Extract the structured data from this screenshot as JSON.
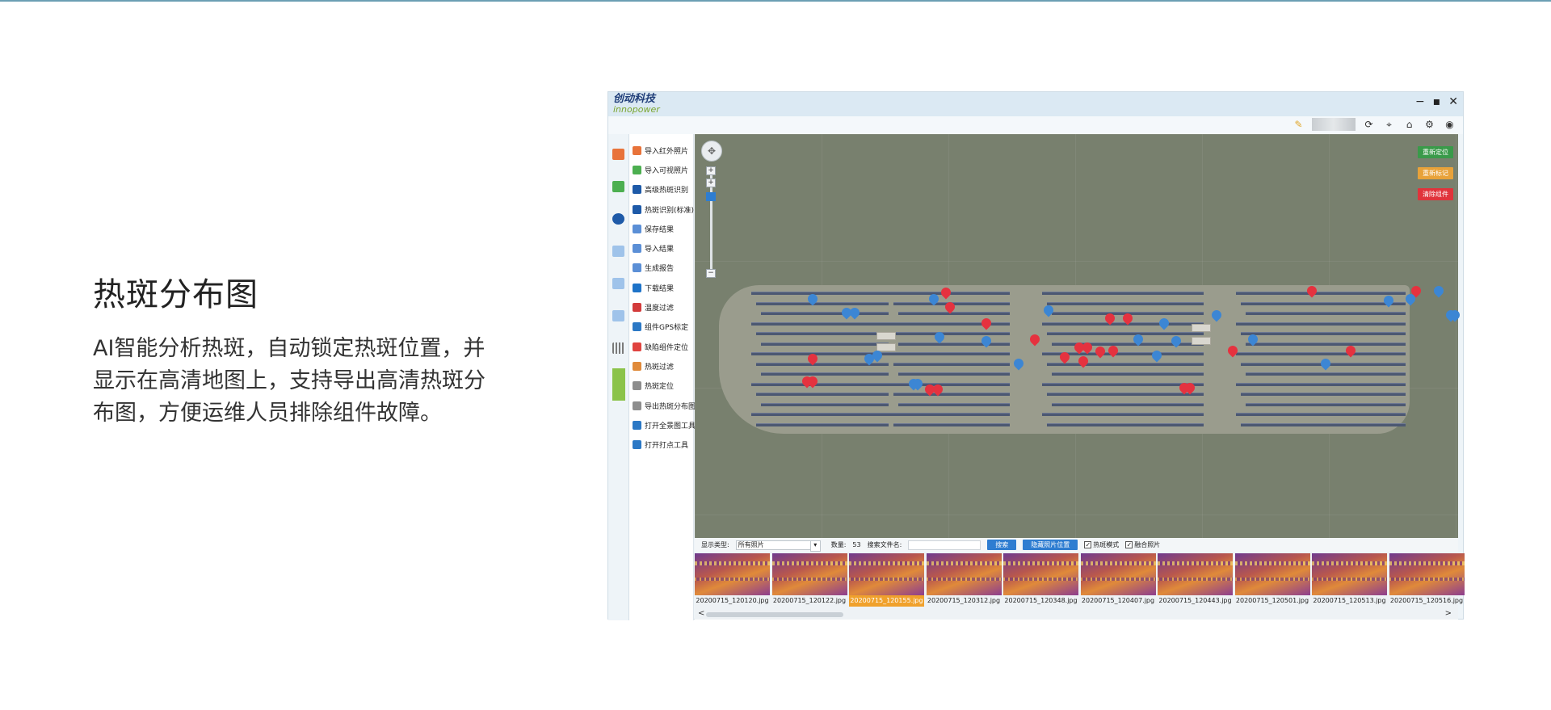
{
  "caption": {
    "title": "热斑分布图",
    "line1": "AI智能分析热斑，自动锁定热斑位置，并",
    "line2": "显示在高清地图上，支持导出高清热斑分",
    "line3": "布图，方便运维人员排除组件故障。"
  },
  "app": {
    "logo_cn": "创动科技",
    "logo_en": "innopower",
    "window_controls": {
      "minimize": "−",
      "maximize": "▪",
      "close": "✕"
    },
    "toolbar_icons": [
      "user-icon",
      "refresh-icon",
      "map-icon",
      "home-icon",
      "settings-icon",
      "account-icon"
    ]
  },
  "menu": {
    "items": [
      {
        "label": "导入红外照片",
        "color": "#e8733a"
      },
      {
        "label": "导入可视照片",
        "color": "#4caf50"
      },
      {
        "label": "高级热斑识别",
        "color": "#1e5aa8"
      },
      {
        "label": "热斑识别(标准)",
        "color": "#1e5aa8"
      },
      {
        "label": "保存结果",
        "color": "#5b8fd6"
      },
      {
        "label": "导入结果",
        "color": "#5b8fd6"
      },
      {
        "label": "生成报告",
        "color": "#5b8fd6"
      },
      {
        "label": "下载结果",
        "color": "#1e73c8"
      },
      {
        "label": "温度过滤",
        "color": "#d33b3b"
      },
      {
        "label": "组件GPS标定",
        "color": "#2b78c5"
      },
      {
        "label": "缺陷组件定位",
        "color": "#e0433f"
      },
      {
        "label": "热斑过滤",
        "color": "#e08a3a"
      },
      {
        "label": "热斑定位",
        "color": "#8d8d8d"
      },
      {
        "label": "导出热斑分布图",
        "color": "#8d8d8d"
      },
      {
        "label": "打开全景图工具",
        "color": "#2b78c5"
      },
      {
        "label": "打开打点工具",
        "color": "#2b78c5"
      }
    ]
  },
  "map": {
    "buttons": {
      "relocate": "重新定位",
      "remark": "重新标记",
      "clear": "清除组件"
    },
    "colors": {
      "red_pin": "#e5323f",
      "blue_pin": "#3c86d4"
    }
  },
  "filter": {
    "type_label": "显示类型:",
    "type_value": "所有照片",
    "count_label": "数量:",
    "count_value": "53",
    "search_label": "搜索文件名:",
    "search_button": "搜索",
    "hide_button": "隐藏照片位置",
    "opt1": "热斑模式",
    "opt2": "融合照片"
  },
  "thumbnails": [
    "20200715_120120.jpg",
    "20200715_120122.jpg",
    "20200715_120155.jpg",
    "20200715_120312.jpg",
    "20200715_120348.jpg",
    "20200715_120407.jpg",
    "20200715_120443.jpg",
    "20200715_120501.jpg",
    "20200715_120513.jpg",
    "20200715_120516.jpg"
  ],
  "scroll": {
    "left": "<",
    "right": ">"
  }
}
